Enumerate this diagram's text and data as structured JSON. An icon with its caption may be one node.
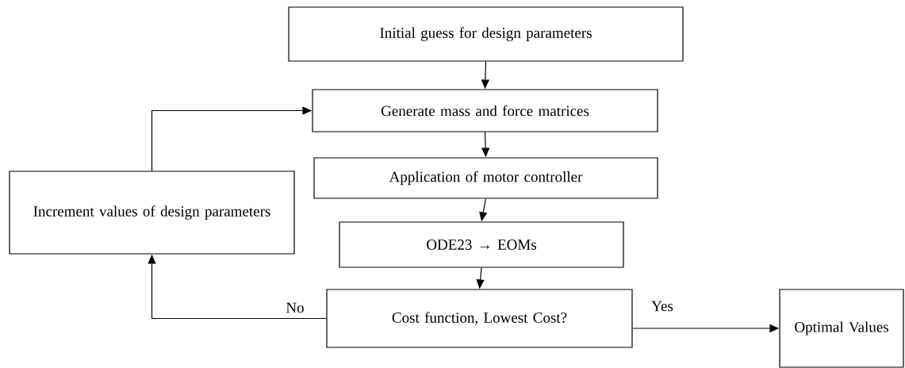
{
  "diagram": {
    "nodes": [
      {
        "text": [
          "Initial guess for design parameters"
        ]
      },
      {
        "text": [
          "Generate mass and force matrices"
        ]
      },
      {
        "text": [
          "Application of motor controller"
        ]
      },
      {
        "text": [
          "ODE23 → EOMs"
        ]
      },
      {
        "text": [
          "Cost function, Lowest Cost?"
        ]
      },
      {
        "text": [
          "Increment values of design parameters"
        ]
      },
      {
        "text": [
          "Optimal Values"
        ]
      }
    ],
    "edges": [
      {
        "from": 0,
        "to": 1,
        "arrow": "to"
      },
      {
        "from": 1,
        "to": 2,
        "arrow": "to"
      },
      {
        "from": 2,
        "to": 3,
        "arrow": "to"
      },
      {
        "from": 3,
        "to": 4,
        "arrow": "to"
      },
      {
        "from": 4,
        "to": 5,
        "arrow": "to",
        "label": "No"
      },
      {
        "from": 5,
        "to": 1,
        "arrow": "to"
      },
      {
        "from": 4,
        "to": 6,
        "arrow": "to",
        "label": "Yes"
      }
    ]
  }
}
